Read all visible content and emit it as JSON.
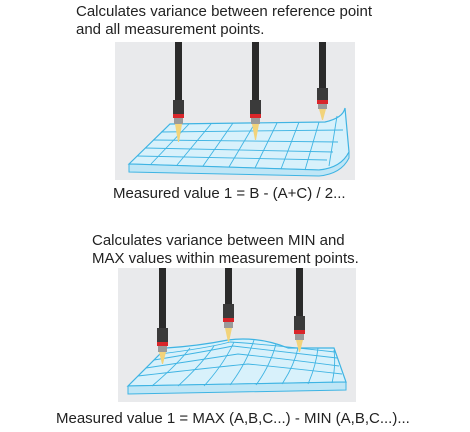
{
  "section1": {
    "caption_line1": "Calculates variance between reference point",
    "caption_line2": "and all measurement points.",
    "formula": "Measured value 1 = B - (A+C) / 2..."
  },
  "section2": {
    "caption_line1": "Calculates variance between MIN and",
    "caption_line2": "MAX values within measurement points.",
    "formula": "Measured value 1 = MAX (A,B,C...) - MIN (A,B,C...)..."
  },
  "colors": {
    "panel_background": "#e9eaec",
    "grid_stroke": "#3fb4e3",
    "plate_fill": "#d8f1fb",
    "probe_body": "#2a2a2a",
    "probe_band_red": "#d9262b",
    "probe_tip": "#f2d37a"
  }
}
